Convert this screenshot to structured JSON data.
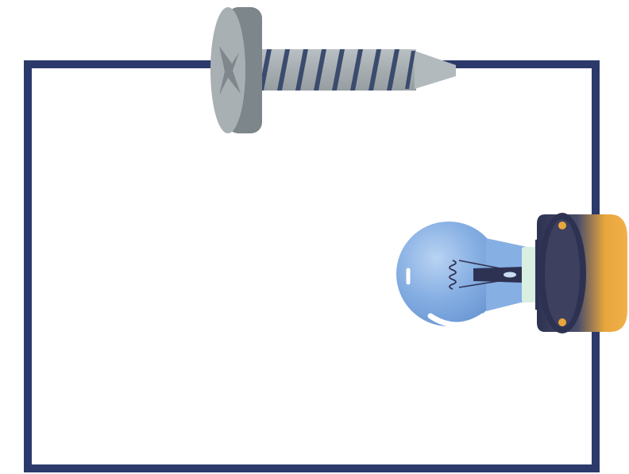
{
  "diagram": {
    "components": [
      {
        "kind": "screw",
        "icon": "screw-icon"
      },
      {
        "kind": "light-bulb",
        "icon": "light-bulb-icon"
      },
      {
        "kind": "bulb-holder",
        "icon": "bulb-holder-icon"
      }
    ],
    "colors": {
      "wire": "#2b3a6b",
      "screw_metal": "#a9b0b4",
      "screw_dark": "#7d868b",
      "bulb_glass": "#7aa6dd",
      "holder_body": "#e8a63c",
      "holder_dark": "#2e3252",
      "filament": "#2e3252"
    }
  }
}
